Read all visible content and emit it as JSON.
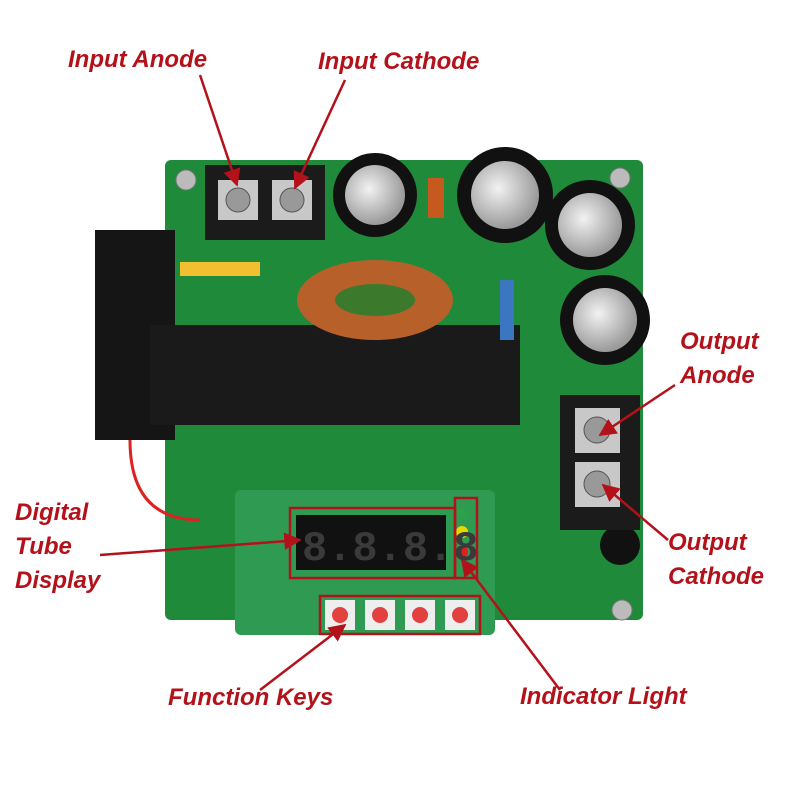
{
  "labels": {
    "input_anode": "Input Anode",
    "input_cathode": "Input Cathode",
    "output_anode_1": "Output",
    "output_anode_2": "Anode",
    "output_cathode_1": "Output",
    "output_cathode_2": "Cathode",
    "digital_1": "Digital",
    "digital_2": "Tube",
    "digital_3": "Display",
    "function_keys": "Function Keys",
    "indicator_light": "Indicator Light"
  },
  "display_digits": "8.8.8.8",
  "colors": {
    "label": "#b3121a",
    "pcb": "#1f8a3a",
    "display_board": "#2e9a52"
  }
}
